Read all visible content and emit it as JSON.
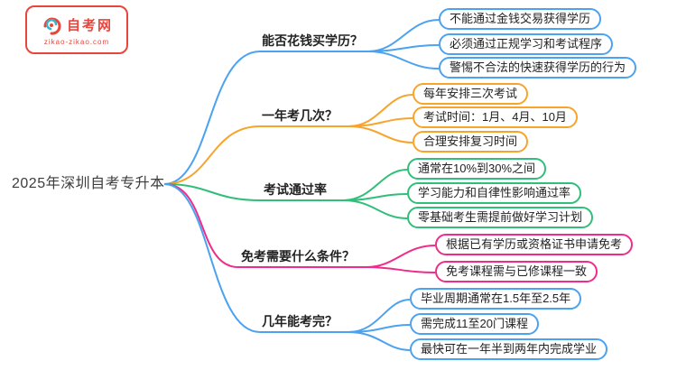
{
  "logo": {
    "title": "自考网",
    "subtitle": "zikao-zikao.com",
    "color": "#e8453c"
  },
  "root": {
    "label": "2025年深圳自考专升本"
  },
  "colors": {
    "blue": "#4ba2f0",
    "orange": "#f6a42c",
    "green": "#30be78",
    "pink": "#ee2d8b"
  },
  "branches": [
    {
      "label": "能否花钱买学历？",
      "color": "#4ba2f0",
      "children": [
        "不能通过金钱交易获得学历",
        "必须通过正规学习和考试程序",
        "警惕不合法的快速获得学历的行为"
      ]
    },
    {
      "label": "一年考几次？",
      "color": "#f6a42c",
      "children": [
        "每年安排三次考试",
        "考试时间：1月、4月、10月",
        "合理安排复习时间"
      ]
    },
    {
      "label": "考试通过率",
      "color": "#30be78",
      "children": [
        "通常在10%到30%之间",
        "学习能力和自律性影响通过率",
        "零基础考生需提前做好学习计划"
      ]
    },
    {
      "label": "免考需要什么条件？",
      "color": "#ee2d8b",
      "children": [
        "根据已有学历或资格证书申请免考",
        "免考课程需与已修课程一致"
      ]
    },
    {
      "label": "几年能考完？",
      "color": "#4ba2f0",
      "children": [
        "毕业周期通常在1.5年至2.5年",
        "需完成11至20门课程",
        "最快可在一年半到两年内完成学业"
      ]
    }
  ]
}
